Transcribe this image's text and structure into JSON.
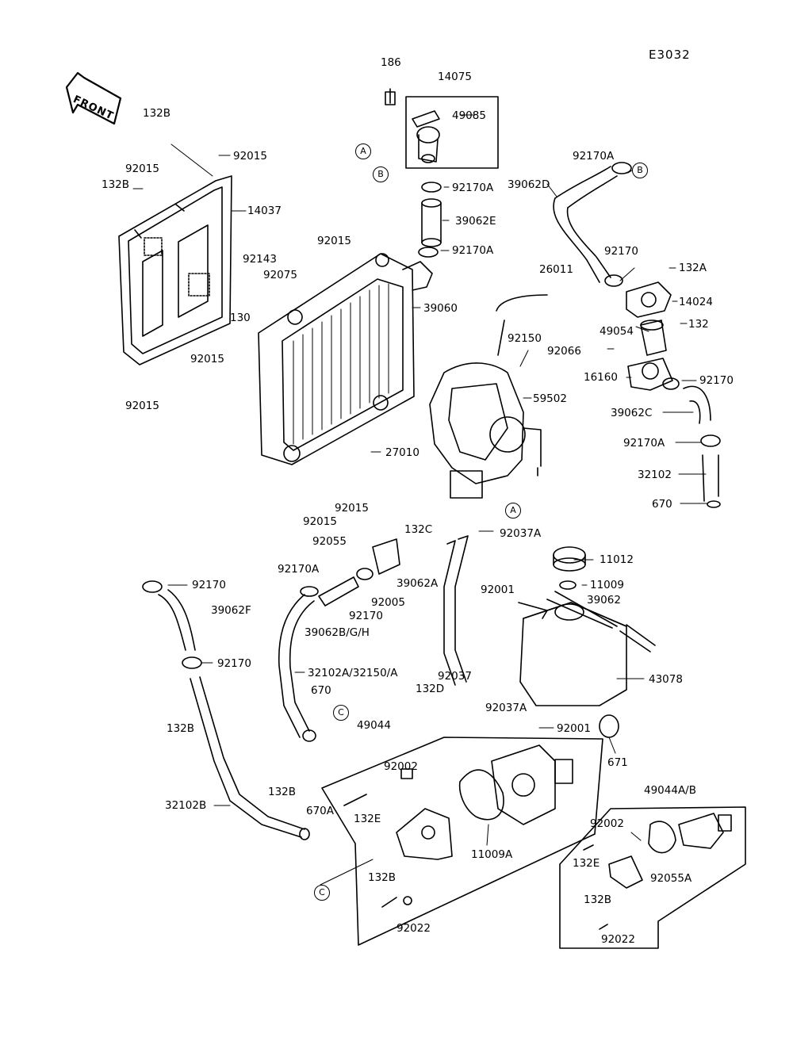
{
  "diagram_code": "E3032",
  "front_label": "FRONT",
  "callouts": {
    "A": "A",
    "B": "B",
    "C": "C"
  },
  "parts": {
    "p186": "186",
    "p14075": "14075",
    "p49085": "49085",
    "p132B_top": "132B",
    "p92015_a": "92015",
    "p92015_b": "92015",
    "p132B_b": "132B",
    "p14037": "14037",
    "p92170A_a": "92170A",
    "p39062E": "39062E",
    "p92170A_b": "92170A",
    "p92170A_c": "92170A",
    "p39062D": "39062D",
    "p92015_c": "92015",
    "p92143": "92143",
    "p92075": "92075",
    "p130": "130",
    "p92170_a": "92170",
    "p132A": "132A",
    "p26011": "26011",
    "p14024": "14024",
    "p39060": "39060",
    "p49054": "49054",
    "p132": "132",
    "p92150": "92150",
    "p92066": "92066",
    "p92015_d": "92015",
    "p16160": "16160",
    "p92170_b": "92170",
    "p92015_e": "92015",
    "p59502": "59502",
    "p39062C": "39062C",
    "p27010": "27010",
    "p92170A_d": "92170A",
    "p32102": "32102",
    "p92015_f": "92015",
    "p670_a": "670",
    "p92015_g": "92015",
    "p132C": "132C",
    "p92055": "92055",
    "p92037A_a": "92037A",
    "p11012": "11012",
    "p92170A_e": "92170A",
    "p39062A": "39062A",
    "p11009": "11009",
    "p92170_c": "92170",
    "p92005": "92005",
    "p92001_a": "92001",
    "p39062": "39062",
    "p92170_d": "92170",
    "p39062F": "39062F",
    "p39062BGH": "39062B/G/H",
    "p92170_e": "92170",
    "p32102A": "32102A/32150/A",
    "p92037": "92037",
    "p43078": "43078",
    "p670_b": "670",
    "p132D": "132D",
    "p92037A_b": "92037A",
    "p49044": "49044",
    "p92001_b": "92001",
    "p132B_c": "132B",
    "p671": "671",
    "p92002_a": "92002",
    "p132B_d": "132B",
    "p49044AB": "49044A/B",
    "p670A": "670A",
    "p132E_a": "132E",
    "p32102B": "32102B",
    "p11009A": "11009A",
    "p92002_b": "92002",
    "p132E_b": "132E",
    "p92055A": "92055A",
    "p132B_e": "132B",
    "p92022_a": "92022",
    "p132B_f": "132B",
    "p92022_b": "92022"
  }
}
